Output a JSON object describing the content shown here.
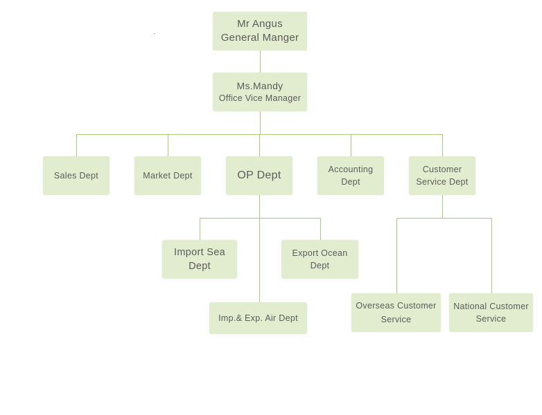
{
  "colors": {
    "node_fill": "#e2edd0",
    "node_text": "#5b5b5b",
    "connector": "#a9c97a",
    "background": "#ffffff"
  },
  "nodes": [
    {
      "id": "gm",
      "lines": [
        "Mr Angus",
        "General Manger"
      ]
    },
    {
      "id": "ovm",
      "lines": [
        "Ms.Mandy",
        "Office Vice Manager"
      ]
    },
    {
      "id": "sales",
      "lines": [
        "Sales Dept"
      ]
    },
    {
      "id": "market",
      "lines": [
        "Market Dept"
      ]
    },
    {
      "id": "op",
      "lines": [
        "OP Dept"
      ]
    },
    {
      "id": "accounting",
      "lines": [
        "Accounting",
        "Dept"
      ]
    },
    {
      "id": "customer-service",
      "lines": [
        "Customer",
        "Service Dept"
      ]
    },
    {
      "id": "import-sea",
      "lines": [
        "Import Sea",
        "Dept"
      ]
    },
    {
      "id": "export-ocean",
      "lines": [
        "Export Ocean",
        "Dept"
      ]
    },
    {
      "id": "imp-exp-air",
      "lines": [
        "Imp.& Exp. Air Dept"
      ]
    },
    {
      "id": "overseas-cs",
      "lines": [
        "Overseas Customer",
        "Service"
      ]
    },
    {
      "id": "national-cs",
      "lines": [
        "National Customer",
        "Service"
      ]
    }
  ],
  "edges": [
    [
      "gm",
      "ovm"
    ],
    [
      "ovm",
      "sales"
    ],
    [
      "ovm",
      "market"
    ],
    [
      "ovm",
      "op"
    ],
    [
      "ovm",
      "accounting"
    ],
    [
      "ovm",
      "customer-service"
    ],
    [
      "op",
      "import-sea"
    ],
    [
      "op",
      "export-ocean"
    ],
    [
      "op",
      "imp-exp-air"
    ],
    [
      "customer-service",
      "overseas-cs"
    ],
    [
      "customer-service",
      "national-cs"
    ]
  ]
}
